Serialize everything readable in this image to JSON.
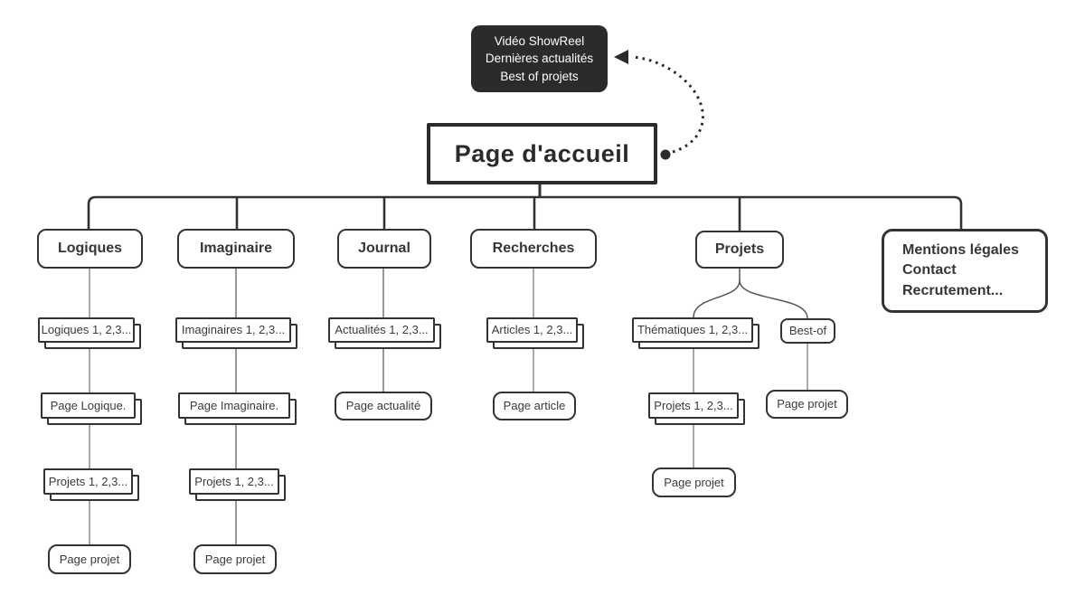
{
  "note": {
    "line1": "Vidéo ShowReel",
    "line2": "Dernières actualités",
    "line3": "Best of projets"
  },
  "home": {
    "label": "Page d'accueil"
  },
  "branches": {
    "logiques": {
      "title": "Logiques",
      "items": "Logiques 1, 2,3...",
      "page": "Page Logique.",
      "projects": "Projets 1, 2,3...",
      "project_page": "Page projet"
    },
    "imaginaire": {
      "title": "Imaginaire",
      "items": "Imaginaires 1, 2,3...",
      "page": "Page Imaginaire.",
      "projects": "Projets 1, 2,3...",
      "project_page": "Page projet"
    },
    "journal": {
      "title": "Journal",
      "items": "Actualités 1, 2,3...",
      "page": "Page actualité"
    },
    "recherches": {
      "title": "Recherches",
      "items": "Articles 1, 2,3...",
      "page": "Page article"
    },
    "projets": {
      "title": "Projets",
      "items": "Thématiques 1, 2,3...",
      "projects": "Projets 1, 2,3...",
      "project_page": "Page projet",
      "bestof": "Best-of",
      "bestof_page": "Page projet"
    }
  },
  "legal": {
    "line1": "Mentions légales",
    "line2": "Contact",
    "line3": "Recrutement..."
  },
  "colors": {
    "ink": "#333333",
    "note_background": "#2b2b2b",
    "thin_connector": "#878787"
  }
}
